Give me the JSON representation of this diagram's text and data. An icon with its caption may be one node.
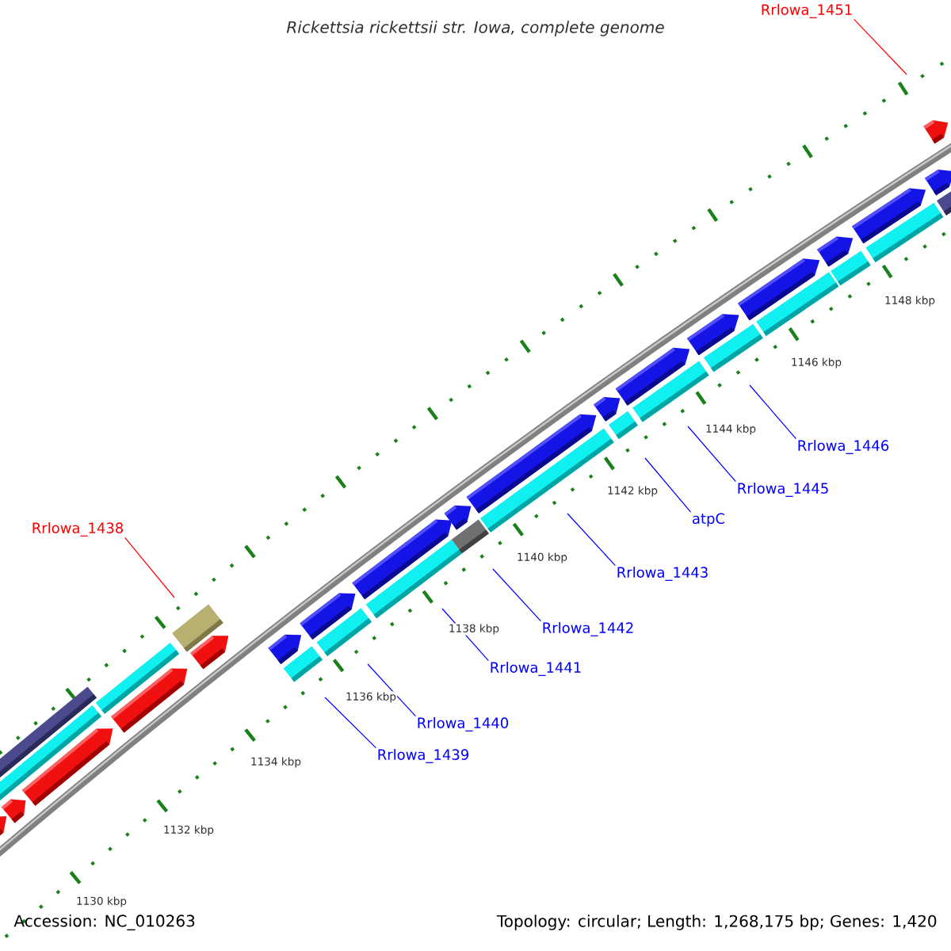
{
  "diagram": {
    "title": "Rickettsia rickettsii str. Iowa, complete genome",
    "nodes": [
      {
        "text": [
          "Rrlowa_1451"
        ]
      },
      {
        "text": [
          "Rrlowa_1446"
        ]
      },
      {
        "text": [
          "Rrlowa_1445"
        ]
      },
      {
        "text": [
          "atpC"
        ]
      },
      {
        "text": [
          "Rrlowa_1438"
        ]
      },
      {
        "text": [
          "Rrlowa_1443"
        ]
      },
      {
        "text": [
          "Rrlowa_1442"
        ]
      },
      {
        "text": [
          "Rrlowa_1441"
        ]
      },
      {
        "text": [
          "Rrlowa_1440"
        ]
      },
      {
        "text": [
          "Rrlowa_1439"
        ]
      }
    ],
    "edges": [
      {
        "from": 0,
        "to": null,
        "arrow": "none",
        "color": "#ff0000"
      },
      {
        "from": 1,
        "to": null,
        "arrow": "none"
      },
      {
        "from": 2,
        "to": null,
        "arrow": "none"
      },
      {
        "from": 3,
        "to": null,
        "arrow": "none"
      },
      {
        "from": 4,
        "to": null,
        "arrow": "none",
        "color": "#ff0000"
      },
      {
        "from": 5,
        "to": null,
        "arrow": "none"
      },
      {
        "from": 6,
        "to": null,
        "arrow": "none"
      },
      {
        "from": 7,
        "to": null,
        "arrow": "none"
      },
      {
        "from": 8,
        "to": null,
        "arrow": "none"
      },
      {
        "from": 9,
        "to": null,
        "arrow": "none"
      }
    ],
    "labels": [
      "1148 kbp",
      "1146 kbp",
      "1144 kbp",
      "1142 kbp",
      "1140 kbp",
      "1138 kbp",
      "1136 kbp",
      "1134 kbp",
      "1132 kbp",
      "1130 kbp",
      "Accession: NC_010263",
      "Topology: circular; Length: 1,268,175 bp; Genes: 1,420"
    ]
  }
}
